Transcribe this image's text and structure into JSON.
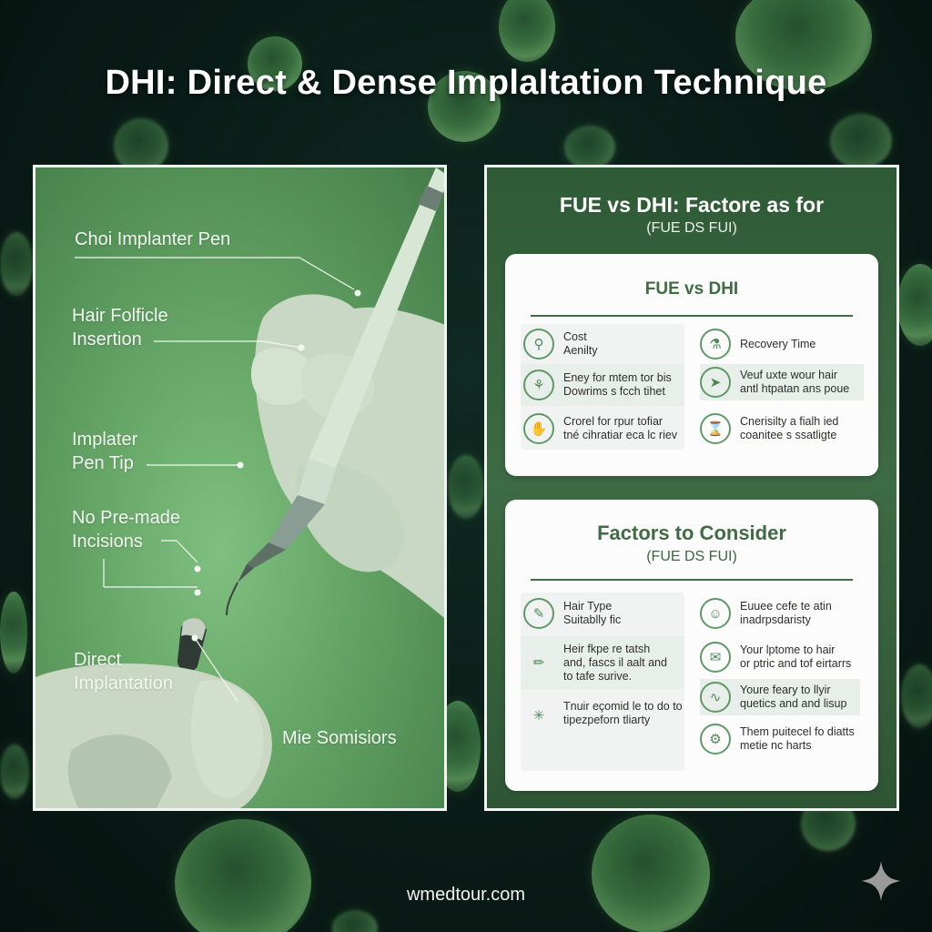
{
  "title": "DHI: Direct & Dense Implaltation Technique",
  "photo_panel": {
    "callouts": [
      {
        "id": "choi-implanter-pen",
        "lines": [
          "Choi Implanter Pen"
        ]
      },
      {
        "id": "hair-follicle-insertion",
        "lines": [
          "Hair Folficle",
          "Insertion"
        ]
      },
      {
        "id": "implanter-pen-tip",
        "lines": [
          "Implater",
          "Pen Tip"
        ]
      },
      {
        "id": "no-pre-made-incisions",
        "lines": [
          "No Pre-made",
          "Incisions"
        ]
      },
      {
        "id": "direct-implantation",
        "lines": [
          "Direct",
          "Implantation"
        ]
      },
      {
        "id": "mie-somisiors",
        "lines": [
          "Mie Somisiors"
        ]
      }
    ]
  },
  "compare_panel": {
    "title": "FUE vs DHI: Factore as for",
    "subtitle": "(FUE DS FUI)",
    "card1": {
      "title": "FUE vs DHI",
      "left": [
        {
          "icon": "location-pin-icon",
          "lines": [
            "Cost",
            "Aenilty"
          ]
        },
        {
          "icon": "hand-hair-icon",
          "lines": [
            "Eney for mtem tor bis",
            "Dowrims s fcch tihet"
          ]
        },
        {
          "icon": "hand-care-icon",
          "lines": [
            "Crorel for rpur tofiar",
            "tné cihratiar eca lc riev"
          ]
        }
      ],
      "right": [
        {
          "icon": "recovery-icon",
          "lines": [
            "Recovery Time"
          ]
        },
        {
          "icon": "arrows-icon",
          "lines": [
            "Veuf uxte wour hair",
            "antl htpatan ans poue"
          ]
        },
        {
          "icon": "hourglass-icon",
          "lines": [
            "Cnerisilty a fialh ied",
            "coanitee s ssatligte"
          ]
        }
      ]
    },
    "card2": {
      "title": "Factors to Consider",
      "subtitle": "(FUE DS FUI)",
      "left": [
        {
          "icon": "briefcase-icon",
          "lines": [
            "Hair Type",
            "Suitablly fic"
          ]
        },
        {
          "icon": "pen-icon",
          "lines": [
            "Heir fkpe re tatsh",
            "and, fascs il aalt and",
            "to tafe surive."
          ]
        },
        {
          "icon": "sparkle-leaf-icon",
          "lines": [
            "Tnuir eçomid le to do to",
            "tipezpeforn tliarty"
          ]
        }
      ],
      "right": [
        {
          "icon": "head-profile-icon",
          "lines": [
            "Euuee cefe te atin",
            "inadrpsdaristy"
          ]
        },
        {
          "icon": "box-icon",
          "lines": [
            "Your lptome to hair",
            "or ptric and tof eirtarrs"
          ]
        },
        {
          "icon": "chair-icon",
          "lines": [
            "Youre feary to llyir",
            "quetics and and lisup"
          ]
        },
        {
          "icon": "tools-icon",
          "lines": [
            "Them puitecel fo diatts",
            "metie nc harts"
          ]
        }
      ]
    }
  },
  "footer": {
    "site": "wmedtour.com",
    "logo_icon": "sparkle-icon"
  },
  "colors": {
    "background": "#0a1c17",
    "photo_green": "#65a566",
    "panel_green": "#3d6b44",
    "accent_green": "#3f6c44",
    "card_bg": "#fbfcfb"
  }
}
